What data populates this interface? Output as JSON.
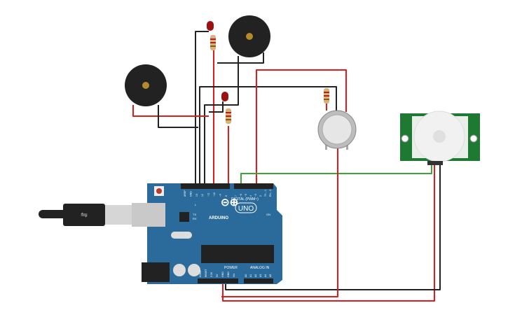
{
  "arduino": {
    "brand": "ARDUINO",
    "model": "UNO",
    "digital_label": "DIGITAL (PWM~)",
    "power_label": "POWER",
    "analog_label": "ANALOG IN",
    "on_label": "ON",
    "led_l": "L",
    "led_tx": "TX",
    "led_rx": "RX",
    "digital_pins": [
      "AREF",
      "GND",
      "13",
      "12",
      "~11",
      "~10",
      "~9",
      "8",
      "7",
      "~6",
      "~5",
      "4",
      "~3",
      "2",
      "TX→1",
      "RX←0"
    ],
    "power_pins": [
      "IOREF",
      "RESET",
      "3.3V",
      "5V",
      "GND",
      "GND",
      "Vin"
    ],
    "analog_pins": [
      "A0",
      "A1",
      "A2",
      "A3",
      "A4",
      "A5"
    ],
    "board_color": "#2a6b9c"
  },
  "pir": {
    "board_color": "#1e7a33"
  },
  "wire_colors": {
    "red": "#e01b1b",
    "black": "#222222",
    "green": "#3aa63a"
  }
}
